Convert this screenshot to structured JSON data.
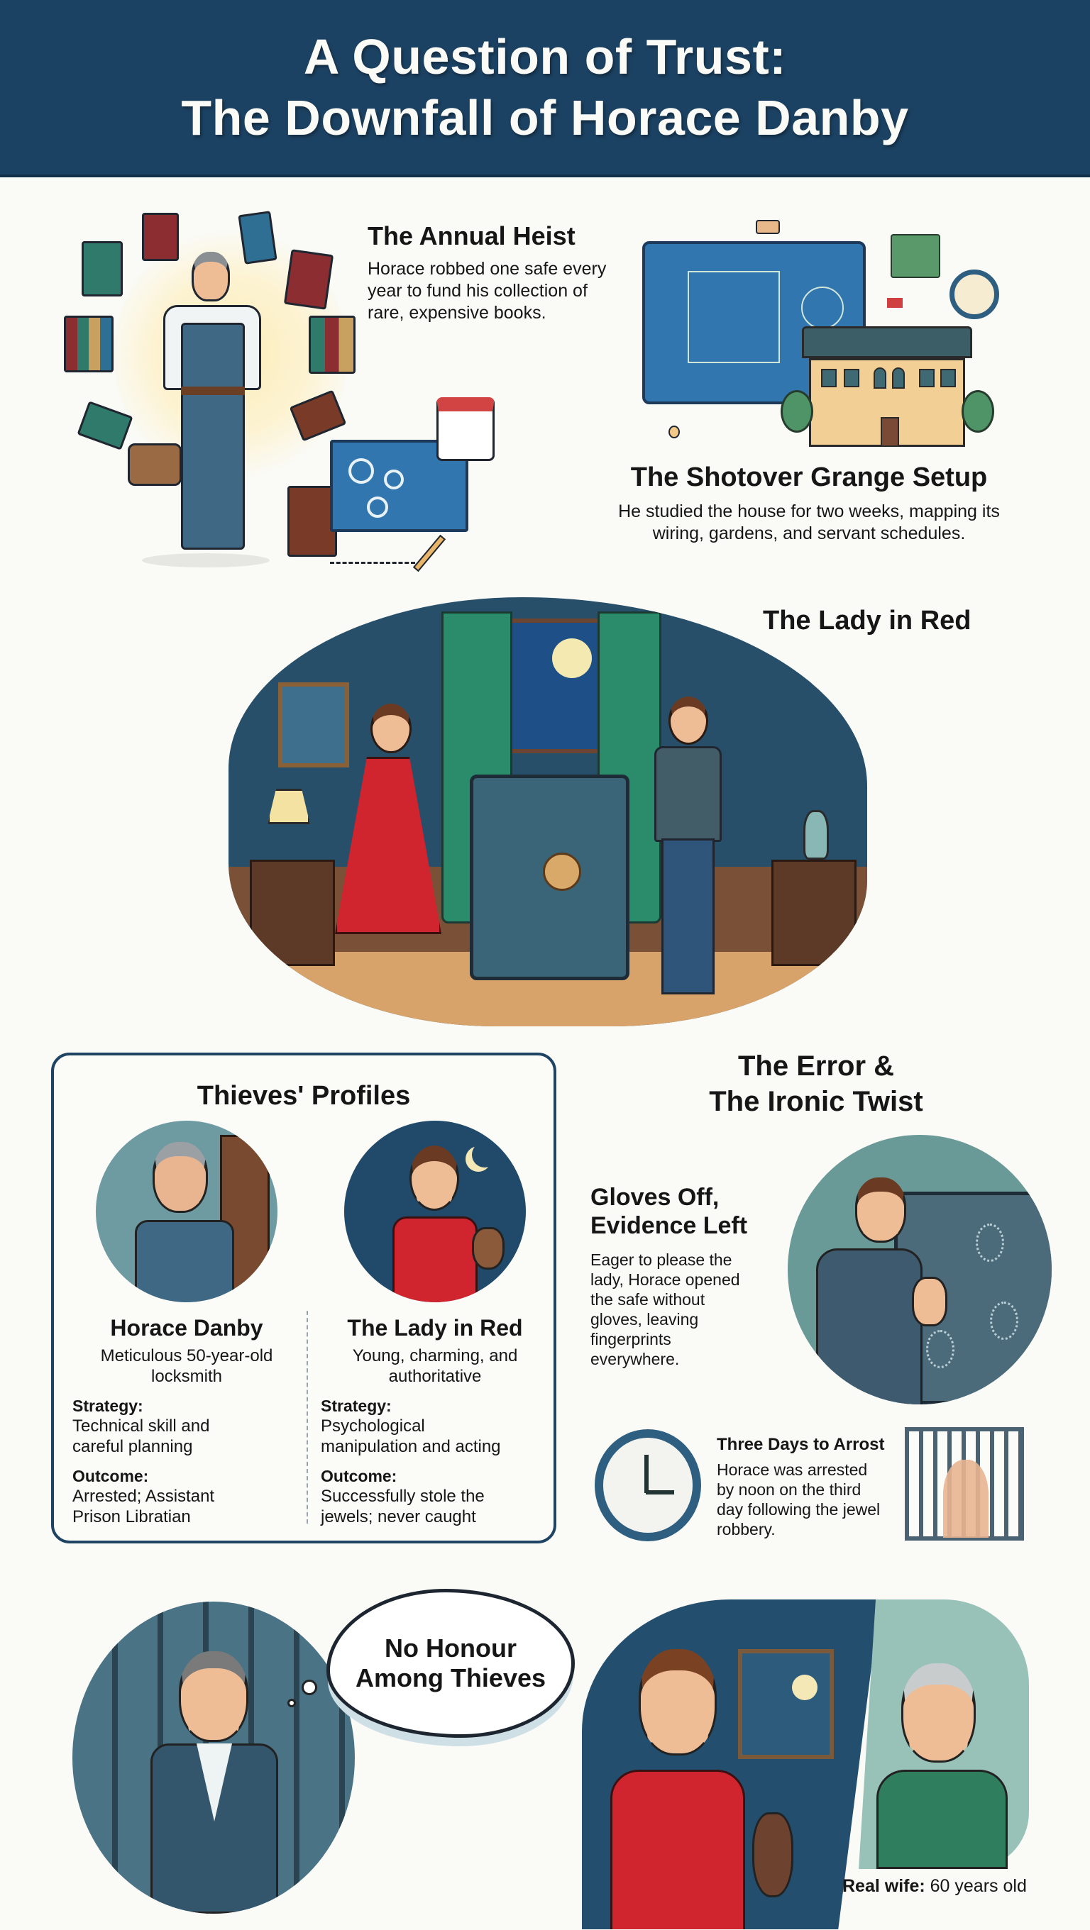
{
  "header": {
    "title_line1": "A Question of Trust:",
    "title_line2": "The Downfall of Horace Danby",
    "bg_color": "#1c4263"
  },
  "annual_heist": {
    "title": "The Annual Heist",
    "body": "Horace robbed one safe every year to fund his collection of rare, expensive books.",
    "illustration": "locksmith-with-toolbox-books-blueprint-calendar-icon"
  },
  "shotover_setup": {
    "title": "The Shotover Grange Setup",
    "body": "He studied the house for two weeks, mapping its wiring, gardens, and servant schedules.",
    "illustration": "blueprint-mansion-garden-clock-icon"
  },
  "lady_in_red_scene": {
    "title": "The Lady in Red",
    "illustration": "woman-in-red-dress-man-beside-safe-moonlit-room"
  },
  "profiles": {
    "title": "Thieves' Profiles",
    "people": [
      {
        "name": "Horace Danby",
        "description": "Meticulous 50-year-old locksmith",
        "strategy_label": "Strategy:",
        "strategy": "Technical skill and careful planning",
        "outcome_label": "Outcome:",
        "outcome": "Arrested; Assistant Prison Libratian",
        "avatar": "older-man-overalls-bookshelf-avatar"
      },
      {
        "name": "The Lady in Red",
        "description": "Young, charming, and authoritative",
        "strategy_label": "Strategy:",
        "strategy": "Psychological manipulation and acting",
        "outcome_label": "Outcome:",
        "outcome": "Successfully stole the jewels; never caught",
        "avatar": "woman-red-dress-jewel-bag-night-avatar"
      }
    ]
  },
  "error_twist": {
    "title_line1": "The Error &",
    "title_line2": "The Ironic Twist",
    "gloves": {
      "title_line1": "Gloves Off,",
      "title_line2": "Evidence Left",
      "body": "Eager to please the lady, Horace opened the safe without gloves, leaving fingerprints everywhere.",
      "illustration": "man-touching-safe-fingerprints"
    },
    "arrest": {
      "title": "Three Days to Arrost",
      "body": "Horace was arrested by noon on the third day following the jewel robbery.",
      "clock_icon": "clock-icon",
      "jail_icon": "jail-cell-icon"
    }
  },
  "finale": {
    "thought_line1": "No Honour",
    "thought_line2": "Among Thieves",
    "prisoner_illustration": "horace-behind-bars",
    "reveal_illustration": "lady-in-red-vs-real-wife",
    "caption_bold": "Real wife:",
    "caption_rest": " 60 years old"
  },
  "colors": {
    "navy": "#1c4263",
    "background": "#fafaf6",
    "red": "#d0242f",
    "teal": "#2e5f80",
    "green": "#2a8c6a"
  }
}
